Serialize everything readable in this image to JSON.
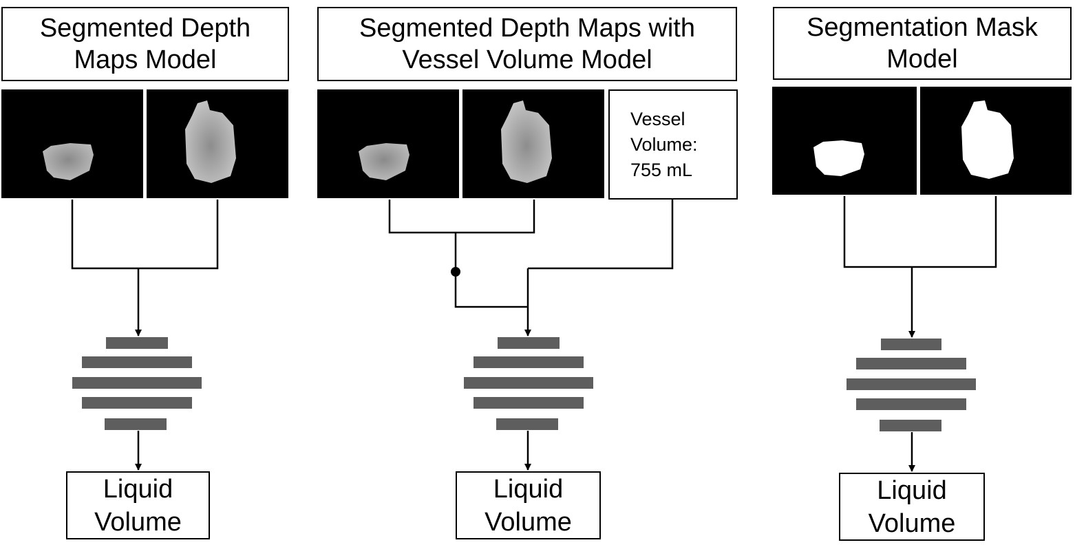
{
  "columns": [
    {
      "title": "Segmented Depth\nMaps Model",
      "output": "Liquid\nVolume"
    },
    {
      "title": "Segmented Depth Maps with\nVessel Volume Model",
      "vessel_label": "Vessel\nVolume:\n755 mL",
      "output": "Liquid\nVolume"
    },
    {
      "title": "Segmentation Mask\nModel",
      "output": "Liquid\nVolume"
    }
  ],
  "colors": {
    "line": "#000000",
    "layer": "#5e5e5e",
    "image_bg": "#000000",
    "mask": "#ffffff"
  },
  "icons": [
    "depth-map-small-vessel",
    "depth-map-large-vessel",
    "mask-small-vessel",
    "mask-large-vessel",
    "neural-network-icon"
  ]
}
